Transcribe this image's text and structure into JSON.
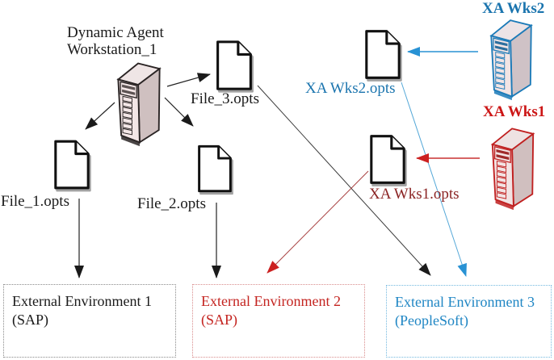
{
  "nodes": {
    "workstation": {
      "line1": "Dynamic Agent",
      "line2": "Workstation_1"
    },
    "file1_label": "File_1.opts",
    "file2_label": "File_2.opts",
    "file3_label": "File_3.opts",
    "xa_wks2_label": "XA Wks2",
    "xa_wks1_label": "XA Wks1",
    "xa_wks2_opts_label": "XA Wks2.opts",
    "xa_wks1_opts_label": "XA Wks1.opts"
  },
  "environments": [
    {
      "line1": "External Environment 1",
      "line2": "(SAP)",
      "color": "#1a1a1a"
    },
    {
      "line1": "External Environment 2",
      "line2": "(SAP)",
      "color": "#c42420"
    },
    {
      "line1": "External Environment 3",
      "line2": "(PeopleSoft)",
      "color": "#1f86c4"
    }
  ],
  "edges": [
    {
      "from": "Workstation_1",
      "to": "File_1.opts",
      "color": "black"
    },
    {
      "from": "Workstation_1",
      "to": "File_2.opts",
      "color": "black"
    },
    {
      "from": "Workstation_1",
      "to": "File_3.opts",
      "color": "black"
    },
    {
      "from": "File_1.opts",
      "to": "External Environment 1",
      "color": "black"
    },
    {
      "from": "File_2.opts",
      "to": "External Environment 2",
      "color": "black"
    },
    {
      "from": "File_3.opts",
      "to": "External Environment 3",
      "color": "black"
    },
    {
      "from": "XA Wks2",
      "to": "XA Wks2.opts",
      "color": "blue"
    },
    {
      "from": "XA Wks1",
      "to": "XA Wks1.opts",
      "color": "red"
    },
    {
      "from": "XA Wks2.opts",
      "to": "External Environment 3",
      "color": "blue"
    },
    {
      "from": "XA Wks1.opts",
      "to": "External Environment 2",
      "color": "red"
    }
  ],
  "colors": {
    "blue_text": "#1a74ae",
    "blue_arrow": "#2892d4",
    "light_blue_border": "#74b9e0",
    "red_text": "#cc1616",
    "dark_red_text": "#8b2424",
    "red_arrow": "#cc2020",
    "red_border": "#d98c8c",
    "black": "#1a1a1a",
    "gray_border": "#8a8a8a"
  }
}
